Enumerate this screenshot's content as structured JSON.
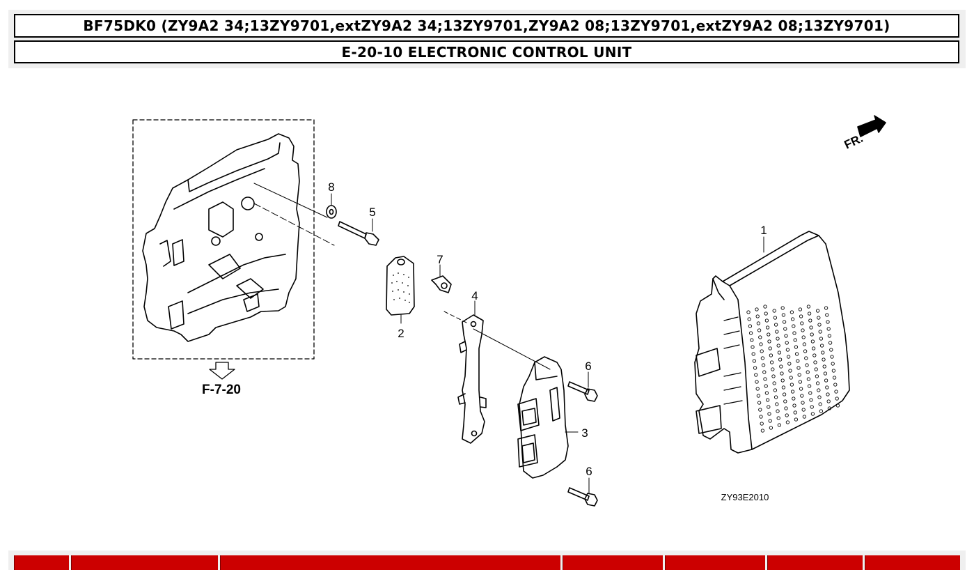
{
  "header": {
    "model_line": "BF75DK0 (ZY9A2 34;13ZY9701,extZY9A2 34;13ZY9701,ZY9A2 08;13ZY9701,extZY9A2 08;13ZY9701)",
    "section_title": "E-20-10 ELECTRONIC CONTROL UNIT"
  },
  "diagram": {
    "ref_link": "F-7-20",
    "front_label": "FR.",
    "drawing_code": "ZY93E2010",
    "callouts": [
      "1",
      "2",
      "3",
      "4",
      "5",
      "6",
      "6",
      "7",
      "8"
    ]
  },
  "table_header": {
    "columns": [
      "",
      "",
      "",
      "",
      "",
      "",
      ""
    ]
  },
  "colors": {
    "header_bg": "#efefef",
    "footer_accent": "#cc0000"
  }
}
